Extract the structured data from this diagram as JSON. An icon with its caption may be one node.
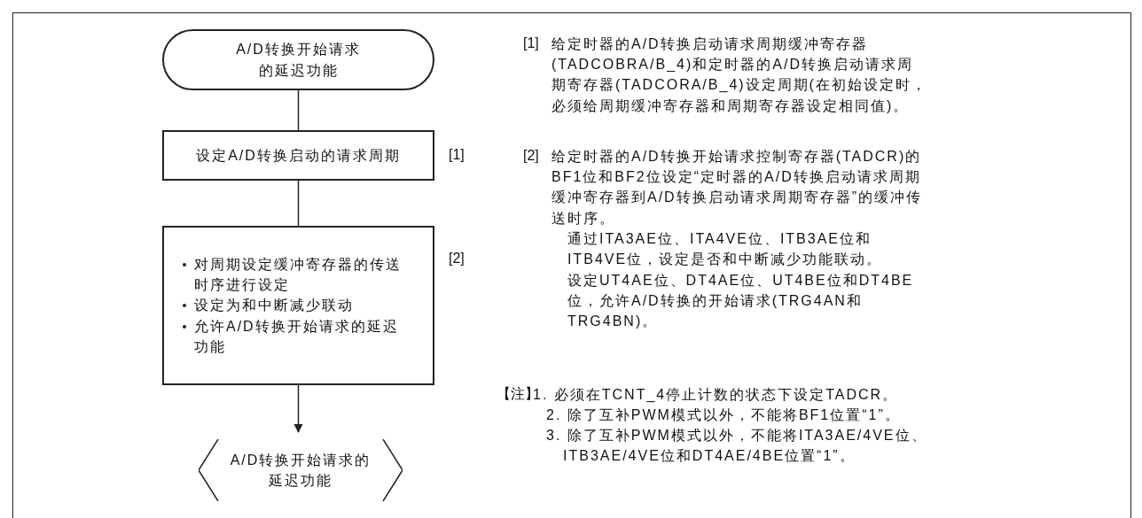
{
  "diagram": {
    "nodes": [
      {
        "text": [
          "A/D转换开始请求的延迟功能"
        ]
      },
      {
        "text": [
          "设定A/D转换启动的请求周期"
        ],
        "beside": [
          "[1]"
        ]
      },
      {
        "text": [
          "对周期设定缓冲寄存器的传送时序进行设定",
          "设定为和中断减少联动",
          "允许A/D转换开始请求的延迟功能"
        ],
        "beside": [
          "[2]"
        ]
      },
      {
        "text": [
          "A/D转换开始请求的延迟功能"
        ]
      }
    ],
    "edges": [
      {
        "from": 0,
        "to": 1,
        "arrow": "none"
      },
      {
        "from": 1,
        "to": 2,
        "arrow": "none"
      },
      {
        "from": 2,
        "to": 3,
        "arrow": "to"
      }
    ],
    "labels": [
      "[1]",
      "给定时器的A/D转换启动请求周期缓冲寄存器(TADCOBRA/B_4)和定时器的A/D转换启动请求周期寄存器(TADCORA/B_4)设定周期(在初始设定时，必须给周期缓冲寄存器和周期寄存器设定相同值)。",
      "[2]",
      "给定时器的A/D转换开始请求控制寄存器(TADCR)的BF1位和BF2位设定“定时器的A/D转换启动请求周期缓冲寄存器到A/D转换启动请求周期寄存器”的缓冲传送时序。",
      "通过ITA3AE位、ITA4VE位、ITB3AE位和ITB4VE位，设定是否和中断减少功能联动。",
      "设定UT4AE位、DT4AE位、UT4BE位和DT4BE位，允许A/D转换的开始请求(TRG4AN和TRG4BN)。",
      "【注】",
      "1. 必须在TCNT_4停止计数的状态下设定TADCR。",
      "2. 除了互补PWM模式以外，不能将BF1位置“1”。",
      "3. 除了互补PWM模式以外，不能将ITA3AE/4VE位、ITB3AE/4VE位和DT4AE/4BE位置“1”。"
    ]
  }
}
